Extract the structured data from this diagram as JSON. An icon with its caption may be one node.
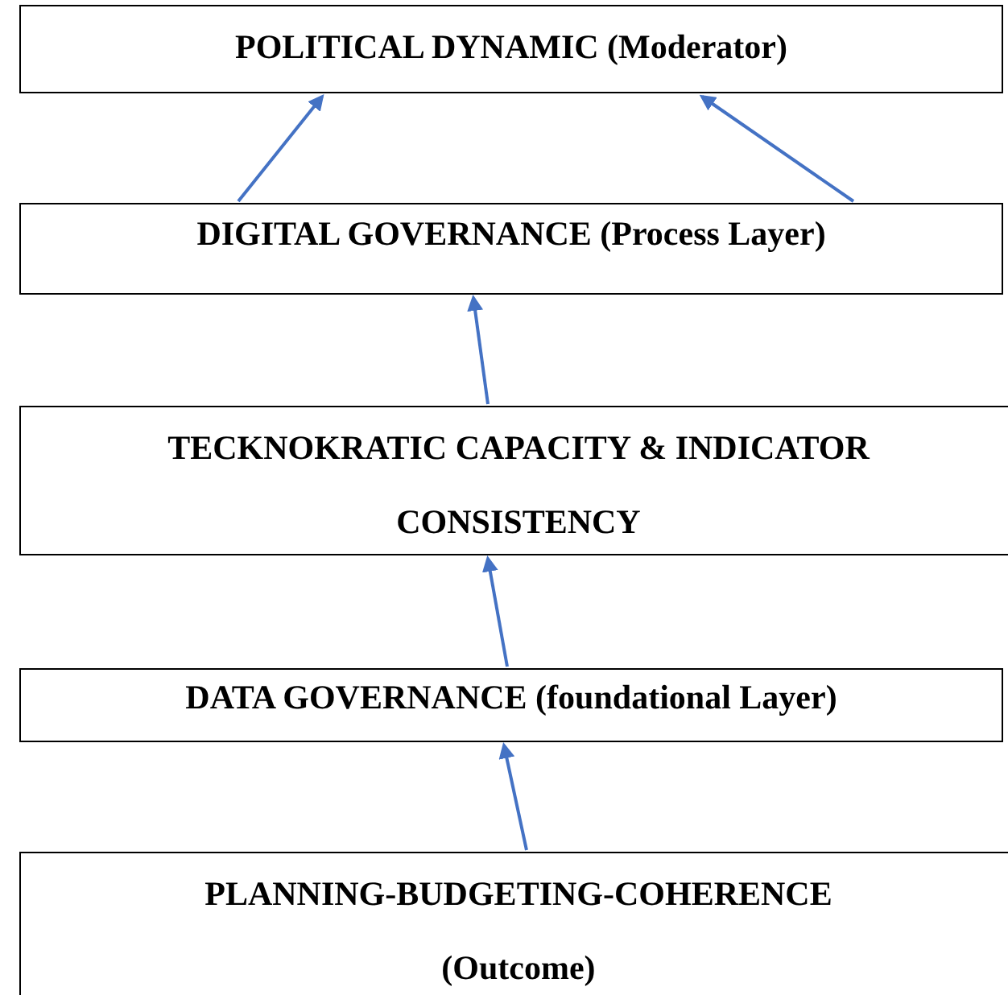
{
  "diagram": {
    "nodes": [
      {
        "text": [
          "POLITICAL DYNAMIC (Moderator)"
        ]
      },
      {
        "text": [
          "DIGITAL GOVERNANCE (Process Layer)"
        ]
      },
      {
        "text": [
          "TECKNOKRATIC CAPACITY & INDICATOR CONSISTENCY"
        ]
      },
      {
        "text": [
          "DATA GOVERNANCE (foundational Layer)"
        ]
      },
      {
        "text": [
          "PLANNING-BUDGETING-COHERENCE (Outcome)"
        ]
      }
    ],
    "edges": [
      {
        "from": 1,
        "to": 0,
        "arrow": "to"
      },
      {
        "from": 1,
        "to": 0,
        "arrow": "to"
      },
      {
        "from": 2,
        "to": 1,
        "arrow": "to"
      },
      {
        "from": 3,
        "to": 2,
        "arrow": "to"
      },
      {
        "from": 4,
        "to": 3,
        "arrow": "to"
      }
    ]
  }
}
